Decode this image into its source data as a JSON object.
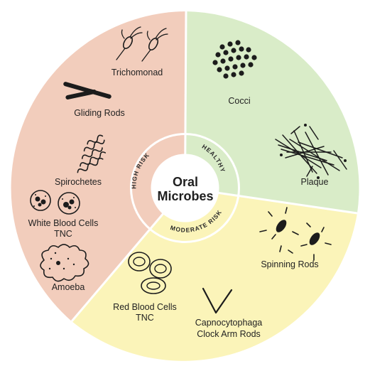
{
  "center": {
    "line1": "Oral",
    "line2": "Microbes"
  },
  "zones": {
    "high_risk": {
      "label": "HIGH RISK",
      "color": "#f2cdbc"
    },
    "healthy": {
      "label": "HEALTHY",
      "color": "#d9ecc8"
    },
    "moderate_risk": {
      "label": "MODERATE RISK",
      "color": "#fbf4b9"
    }
  },
  "microbes": {
    "trichomonad": {
      "name": "Trichomonad",
      "icon": "trichomonad-icon"
    },
    "gliding_rods": {
      "name": "Gliding Rods",
      "icon": "gliding-rods-icon"
    },
    "spirochetes": {
      "name": "Spirochetes",
      "icon": "spirochetes-icon"
    },
    "wbc": {
      "line1": "White Blood Cells",
      "line2": "TNC",
      "icon": "white-blood-cells-icon"
    },
    "amoeba": {
      "name": "Amoeba",
      "icon": "amoeba-icon"
    },
    "cocci": {
      "name": "Cocci",
      "icon": "cocci-icon"
    },
    "plaque": {
      "name": "Plaque",
      "icon": "plaque-icon"
    },
    "spinning_rods": {
      "name": "Spinning Rods",
      "icon": "spinning-rods-icon"
    },
    "rbc": {
      "line1": "Red Blood Cells",
      "line2": "TNC",
      "icon": "red-blood-cells-icon"
    },
    "capno": {
      "line1": "Capnocytophaga",
      "line2": "Clock Arm Rods",
      "icon": "clock-arm-rods-icon"
    }
  }
}
